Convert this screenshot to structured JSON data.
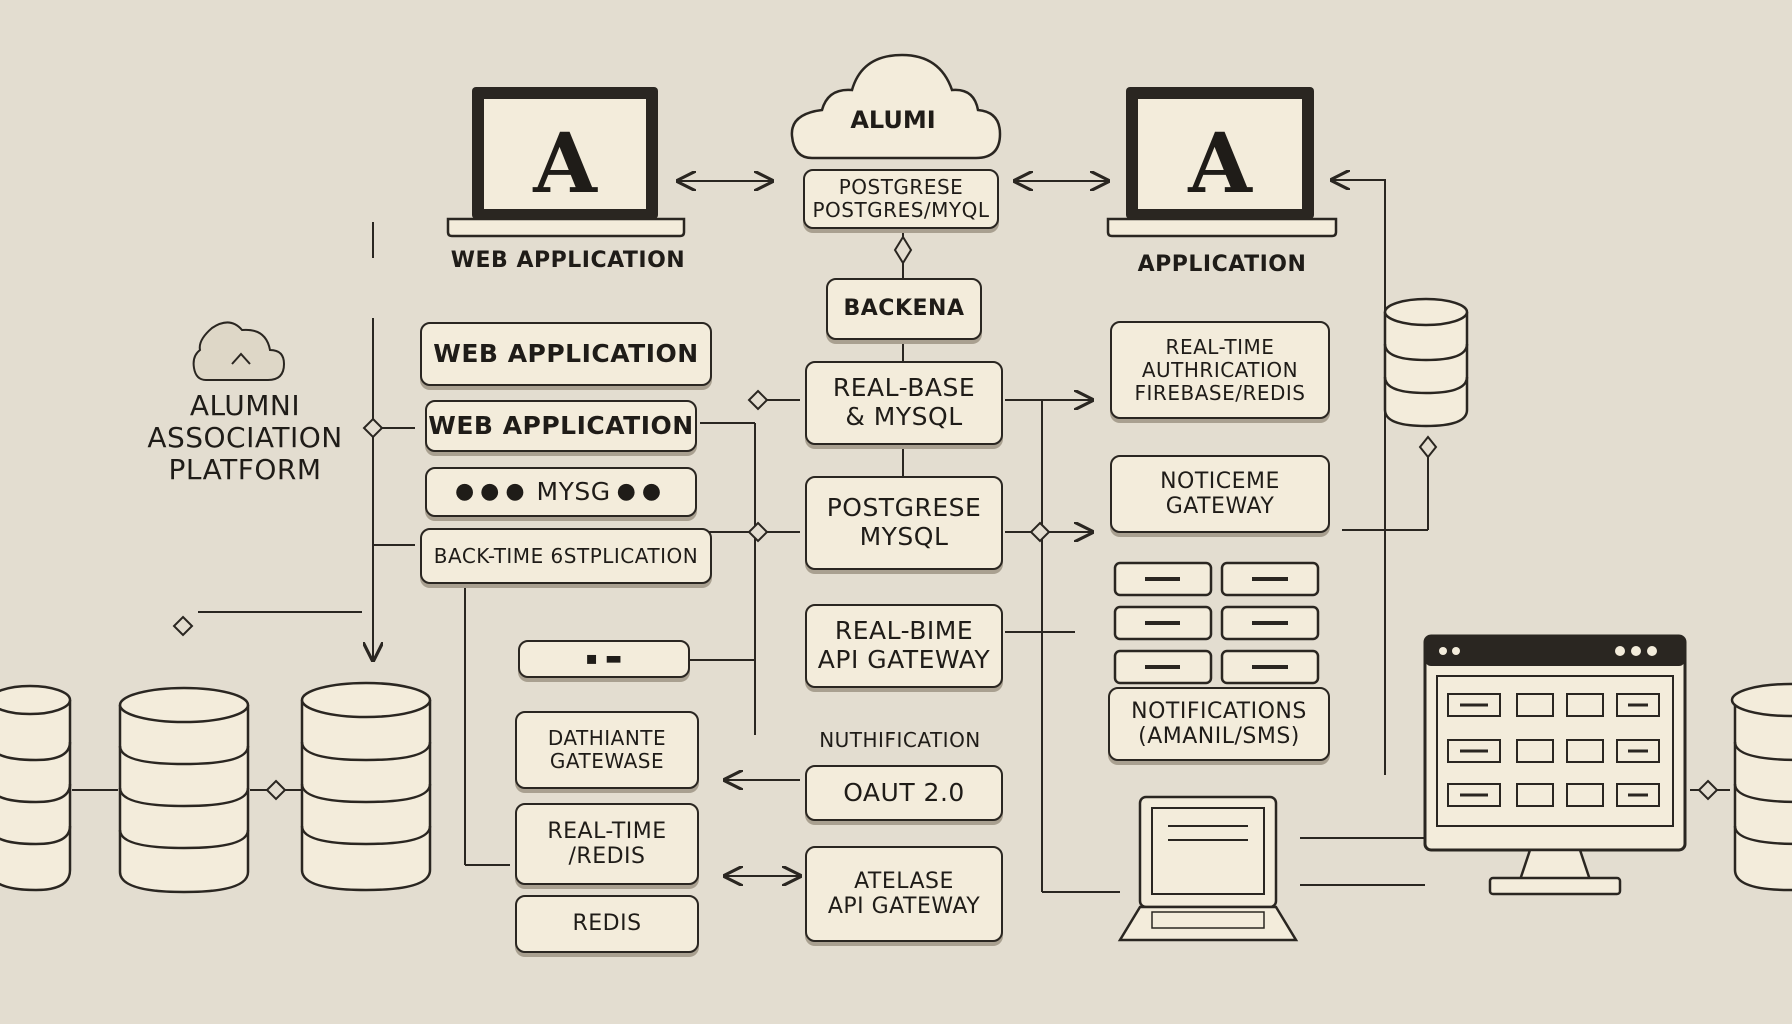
{
  "colors": {
    "background": "#e3ddd0",
    "box_fill": "#f3ecdb",
    "stroke": "#2a2621",
    "shadow": "#a9a090"
  },
  "icons": {
    "laptop_letter": "A",
    "cloud_label": "ALUMI",
    "small_cloud_glyph": "^"
  },
  "labels": {
    "web_application_caption": "WEB APPLICATION",
    "application_caption": "APPLICATION",
    "platform_line1": "ALUMNI",
    "platform_line2": "ASSOCIATION",
    "platform_line3": "PLATFORM"
  },
  "left_column": {
    "web_app_1": "WEB APPLICATION",
    "web_app_2": "WEB APPLICATION",
    "mysql_bar": "MYSG",
    "back_time": "BACK-TIME 6STPLICATION",
    "slider_marks": "▪ ▬",
    "dathante_1": "DATHIANTE",
    "dathante_2": "GATEWASE",
    "realtime_1": "REAL-TIME",
    "realtime_2": "/REDIS",
    "redis": "REDIS"
  },
  "center_column": {
    "postgres_1": "POSTGRESE",
    "postgres_2": "POSTGRES/MYQL",
    "backend": "BACKENA",
    "realbase_1": "REAL-BASE",
    "realbase_2": "& MYSQL",
    "postgres2_1": "POSTGRESE",
    "postgres2_2": "MYSQL",
    "api_1": "REAL-BIME",
    "api_2": "API GATEWAY",
    "notification": "NUTHIFICATION",
    "oauth": "OAUT 2.0",
    "atlas_1": "ATELASE",
    "atlas_2": "API GATEWAY"
  },
  "right_column": {
    "auth_1": "REAL-TIME",
    "auth_2": "AUTHRICATION",
    "auth_3": "FIREBASE/REDIS",
    "notice_1": "NOTICEME",
    "notice_2": "GATEWAY",
    "notif_1": "NOTIFICATIONS",
    "notif_2": "(AMANIL/SMS)"
  }
}
